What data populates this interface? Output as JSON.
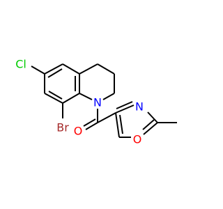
{
  "molecule": {
    "atoms": {
      "cl": {
        "text": "Cl",
        "color": "#00cc00"
      },
      "br": {
        "text": "Br",
        "color": "#a52a2a"
      },
      "n_ring": {
        "text": "N",
        "color": "#0000ff"
      },
      "o_carbonyl": {
        "text": "O",
        "color": "#ff0000"
      },
      "n_oxazole": {
        "text": "N",
        "color": "#0000ff"
      },
      "o_oxazole": {
        "text": "O",
        "color": "#ff0000"
      }
    }
  }
}
